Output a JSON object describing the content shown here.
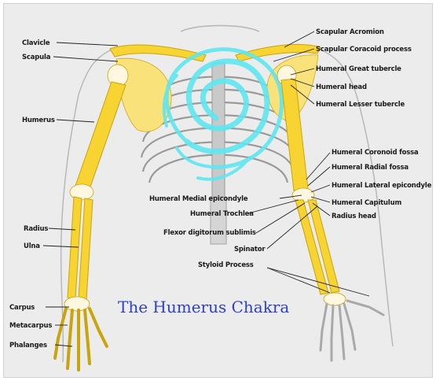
{
  "title": "The Humerus Chakra",
  "labels": {
    "clavicle": "Clavicle",
    "scapula": "Scapula",
    "humerus": "Humerus",
    "radius": "Radius",
    "ulna": "Ulna",
    "carpus": "Carpus",
    "metacarpus": "Metacarpus",
    "phalanges": "Phalanges",
    "scapular_acromion": "Scapular Acromion",
    "scapular_coracoid": "Scapular Coracoid process",
    "humeral_great_tubercle": "Humeral Great tubercle",
    "humeral_head": "Humeral head",
    "humeral_lesser_tubercle": "Humeral Lesser tubercle",
    "humeral_coronoid_fossa": "Humeral Coronoid fossa",
    "humeral_radial_fossa": "Humeral Radial fossa",
    "humeral_lateral_epicondyle": "Humeral Lateral epicondyle",
    "humeral_medial_epicondyle": "Humeral Medial epicondyle",
    "humeral_capitulum": "Humeral Capitulum",
    "humeral_trochlea": "Humeral Trochlea",
    "radius_head": "Radius head",
    "flexor_digitorum": "Flexor digitorum sublimis",
    "spinator": "Spinator",
    "styloid_process": "Styloid Process"
  },
  "colors": {
    "bone": "#f7d431",
    "chakra_swirl": "#5fe6f0",
    "title": "#2b3fd6"
  }
}
